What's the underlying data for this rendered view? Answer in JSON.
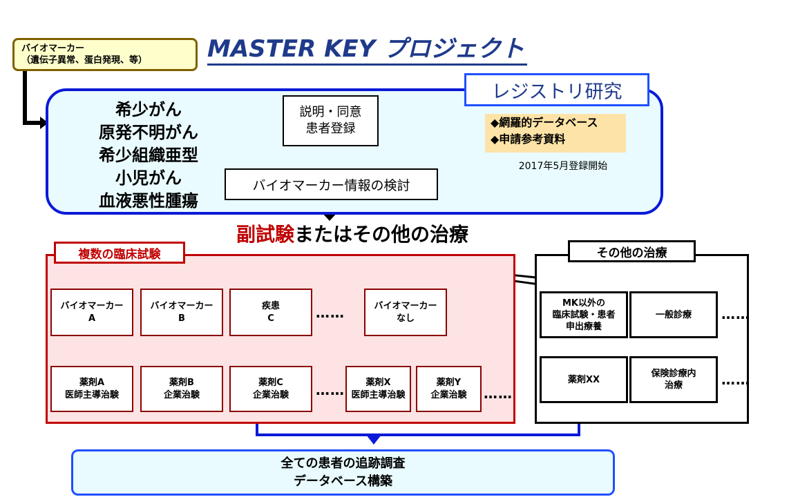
{
  "biomarker_tag": {
    "line1": "バイオマーカー",
    "line2": "（遺伝子異常、蛋白発現、等）"
  },
  "project_title": "MASTER KEY プロジェクト",
  "registry": {
    "label": "レジストリ研究",
    "cancers": [
      "希少がん",
      "原発不明がん",
      "希少組織亜型",
      "小児がん",
      "血液悪性腫瘍"
    ],
    "consent": {
      "line1": "説明・同意",
      "line2": "患者登録"
    },
    "biomarker_review": "バイオマーカー情報の検討",
    "features": [
      "◆網羅的データベース",
      "◆申請参考資料"
    ],
    "start_date": "2017年5月登録開始"
  },
  "sub_trial": {
    "highlight": "副試験",
    "rest": "またはその他の治療"
  },
  "trials": {
    "label": "複数の臨床試験",
    "top": [
      {
        "line1": "バイオマーカー",
        "line2": "A"
      },
      {
        "line1": "バイオマーカー",
        "line2": "B"
      },
      {
        "line1": "疾患",
        "line2": "C"
      },
      {
        "line1": "バイオマーカー",
        "line2": "なし"
      }
    ],
    "bottom": [
      {
        "line1": "薬剤A",
        "line2": "医師主導治験"
      },
      {
        "line1": "薬剤B",
        "line2": "企業治験"
      },
      {
        "line1": "薬剤C",
        "line2": "企業治験"
      },
      {
        "line1": "薬剤X",
        "line2": "医師主導治験"
      },
      {
        "line1": "薬剤Y",
        "line2": "企業治験"
      }
    ],
    "ellipsis": "……"
  },
  "other": {
    "label": "その他の治療",
    "top": [
      {
        "line1": "MK以外の",
        "line2": "臨床試験・患者",
        "line3": "申出療養"
      },
      {
        "line1": "一般診療"
      }
    ],
    "bottom": [
      {
        "line1": "薬剤XX"
      },
      {
        "line1": "保険診療内",
        "line2": "治療"
      }
    ],
    "ellipsis": "……"
  },
  "followup": {
    "line1": "全ての患者の追跡調査",
    "line2": "データベース構築"
  },
  "colors": {
    "trial_red": "#c00000",
    "registry_blue": "#0a1ad8",
    "navy_title": "#1f3a8a",
    "highlight_bg": "#fde3a7"
  }
}
